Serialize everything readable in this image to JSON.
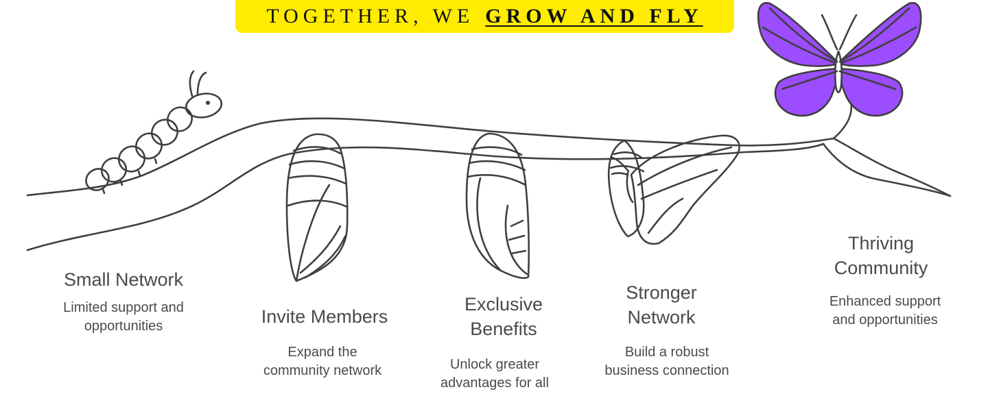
{
  "banner": {
    "lead": "TOGETHER, WE",
    "emphasis": "GROW AND FLY",
    "background_color": "#ffec00"
  },
  "colors": {
    "line": "#3f3f3f",
    "butterfly_fill": "#9b4dff",
    "text": "#4a4a4a"
  },
  "stages": [
    {
      "icon": "caterpillar-icon",
      "title_lines": [
        "Small Network"
      ],
      "desc_lines": [
        "Limited support and",
        "opportunities"
      ]
    },
    {
      "icon": "chrysalis-icon",
      "title_lines": [
        "Invite Members"
      ],
      "desc_lines": [
        "Expand the",
        "community network"
      ]
    },
    {
      "icon": "chrysalis-emerging-icon",
      "title_lines": [
        "Exclusive",
        "Benefits"
      ],
      "desc_lines": [
        "Unlock greater",
        "advantages for all"
      ]
    },
    {
      "icon": "butterfly-emerging-icon",
      "title_lines": [
        "Stronger",
        "Network"
      ],
      "desc_lines": [
        "Build a robust",
        "business connection"
      ]
    },
    {
      "icon": "purple-butterfly-icon",
      "title_lines": [
        "Thriving",
        "Community"
      ],
      "desc_lines": [
        "Enhanced support",
        "and opportunities"
      ]
    }
  ]
}
